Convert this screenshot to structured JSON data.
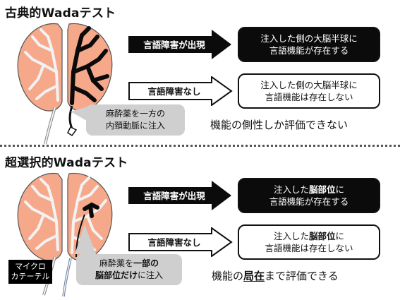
{
  "classic": {
    "title": "古典的Wadaテスト",
    "arrow_yes": "言語障害が出現",
    "arrow_no": "言語障害なし",
    "result_yes": [
      "注入した側の大脳半球に",
      "言語機能が存在する"
    ],
    "result_no": [
      "注入した側の大脳半球に",
      "言語機能は存在しない"
    ],
    "callout": [
      "麻酔薬を一方の",
      "内頚動脈に注入"
    ],
    "conclusion": "機能の側性しか評価できない"
  },
  "selective": {
    "title": "超選択的Wadaテスト",
    "arrow_yes": "言語障害が出現",
    "arrow_no": "言語障害なし",
    "result_yes": {
      "pre": "注入した",
      "bold": "脳部位",
      "post": "に",
      "line2": "言語機能が存在する"
    },
    "result_no": {
      "pre": "注入した",
      "bold": "脳部位",
      "post": "に",
      "line2": "言語機能は存在しない"
    },
    "callout": {
      "pre": "麻酔薬を",
      "bold1": "一部の",
      "bold2": "脳部位だけ",
      "post": "に注入"
    },
    "catheter_label": [
      "マイクロ",
      "カテーテル"
    ],
    "conclusion": {
      "pre": "機能の",
      "bold": "局在",
      "post": "まで評価できる"
    }
  },
  "colors": {
    "brain": "#f6a88a",
    "vessel": "#f2f2f2",
    "dark": "#0b0b0b",
    "callout": "#cfcfcf"
  }
}
